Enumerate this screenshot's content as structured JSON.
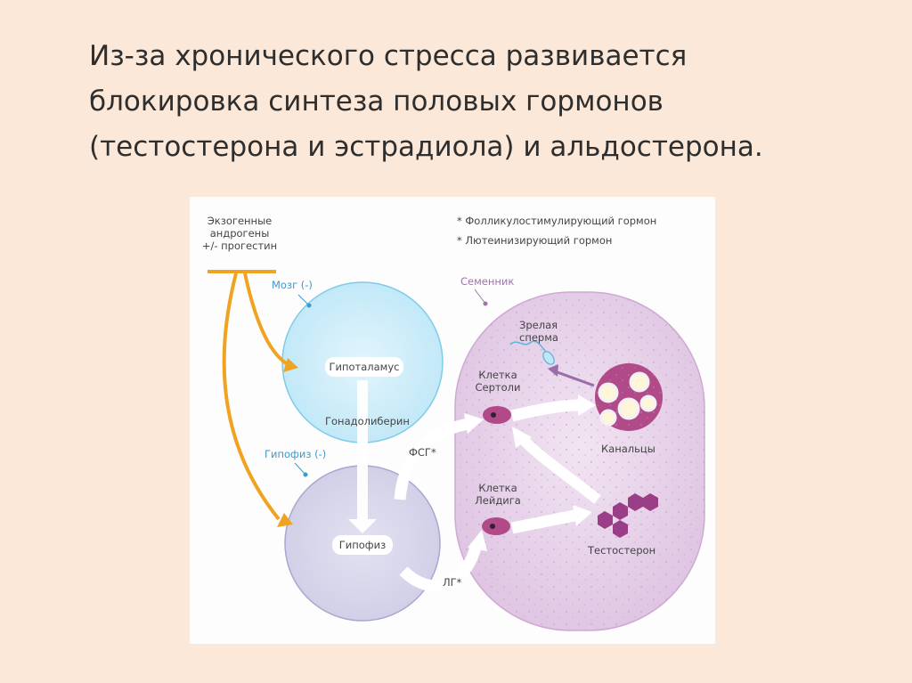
{
  "title": {
    "lines": [
      "Из-за хронического стресса развивается",
      "блокировка синтеза половых гормонов",
      "(тестостерона и эстрадиола) и альдостерона."
    ]
  },
  "diagram": {
    "exogenous": [
      "Экзогенные",
      "андрогены",
      "+/- прогестин"
    ],
    "legend": [
      "* Фолликулостимулирующий гормон",
      "* Лютеинизирующий гормон"
    ],
    "brain_label": "Мозг (-)",
    "hypothalamus": "Гипоталамус",
    "gonadoliberin": "Гонадолиберин",
    "pituitary_label": "Гипофиз (-)",
    "pituitary": "Гипофиз",
    "fsh": "ФСГ*",
    "lh": "ЛГ*",
    "testis_label": "Семенник",
    "mature_sperm": [
      "Зрелая",
      "сперма"
    ],
    "sertoli_cell": [
      "Клетка",
      "Сертоли"
    ],
    "tubules": "Канальцы",
    "leydig_cell": [
      "Клетка",
      "Лейдига"
    ],
    "testosterone": "Тестостерон"
  },
  "colors": {
    "background": "#fbe8d8",
    "brain": "#c9ecf8",
    "pituitary_fill": "#d5d4ea",
    "testis": "#e6d0e8",
    "orange_arrow": "#f0a321",
    "tubule": "#b04a88",
    "hexagon": "#9a3f87"
  }
}
